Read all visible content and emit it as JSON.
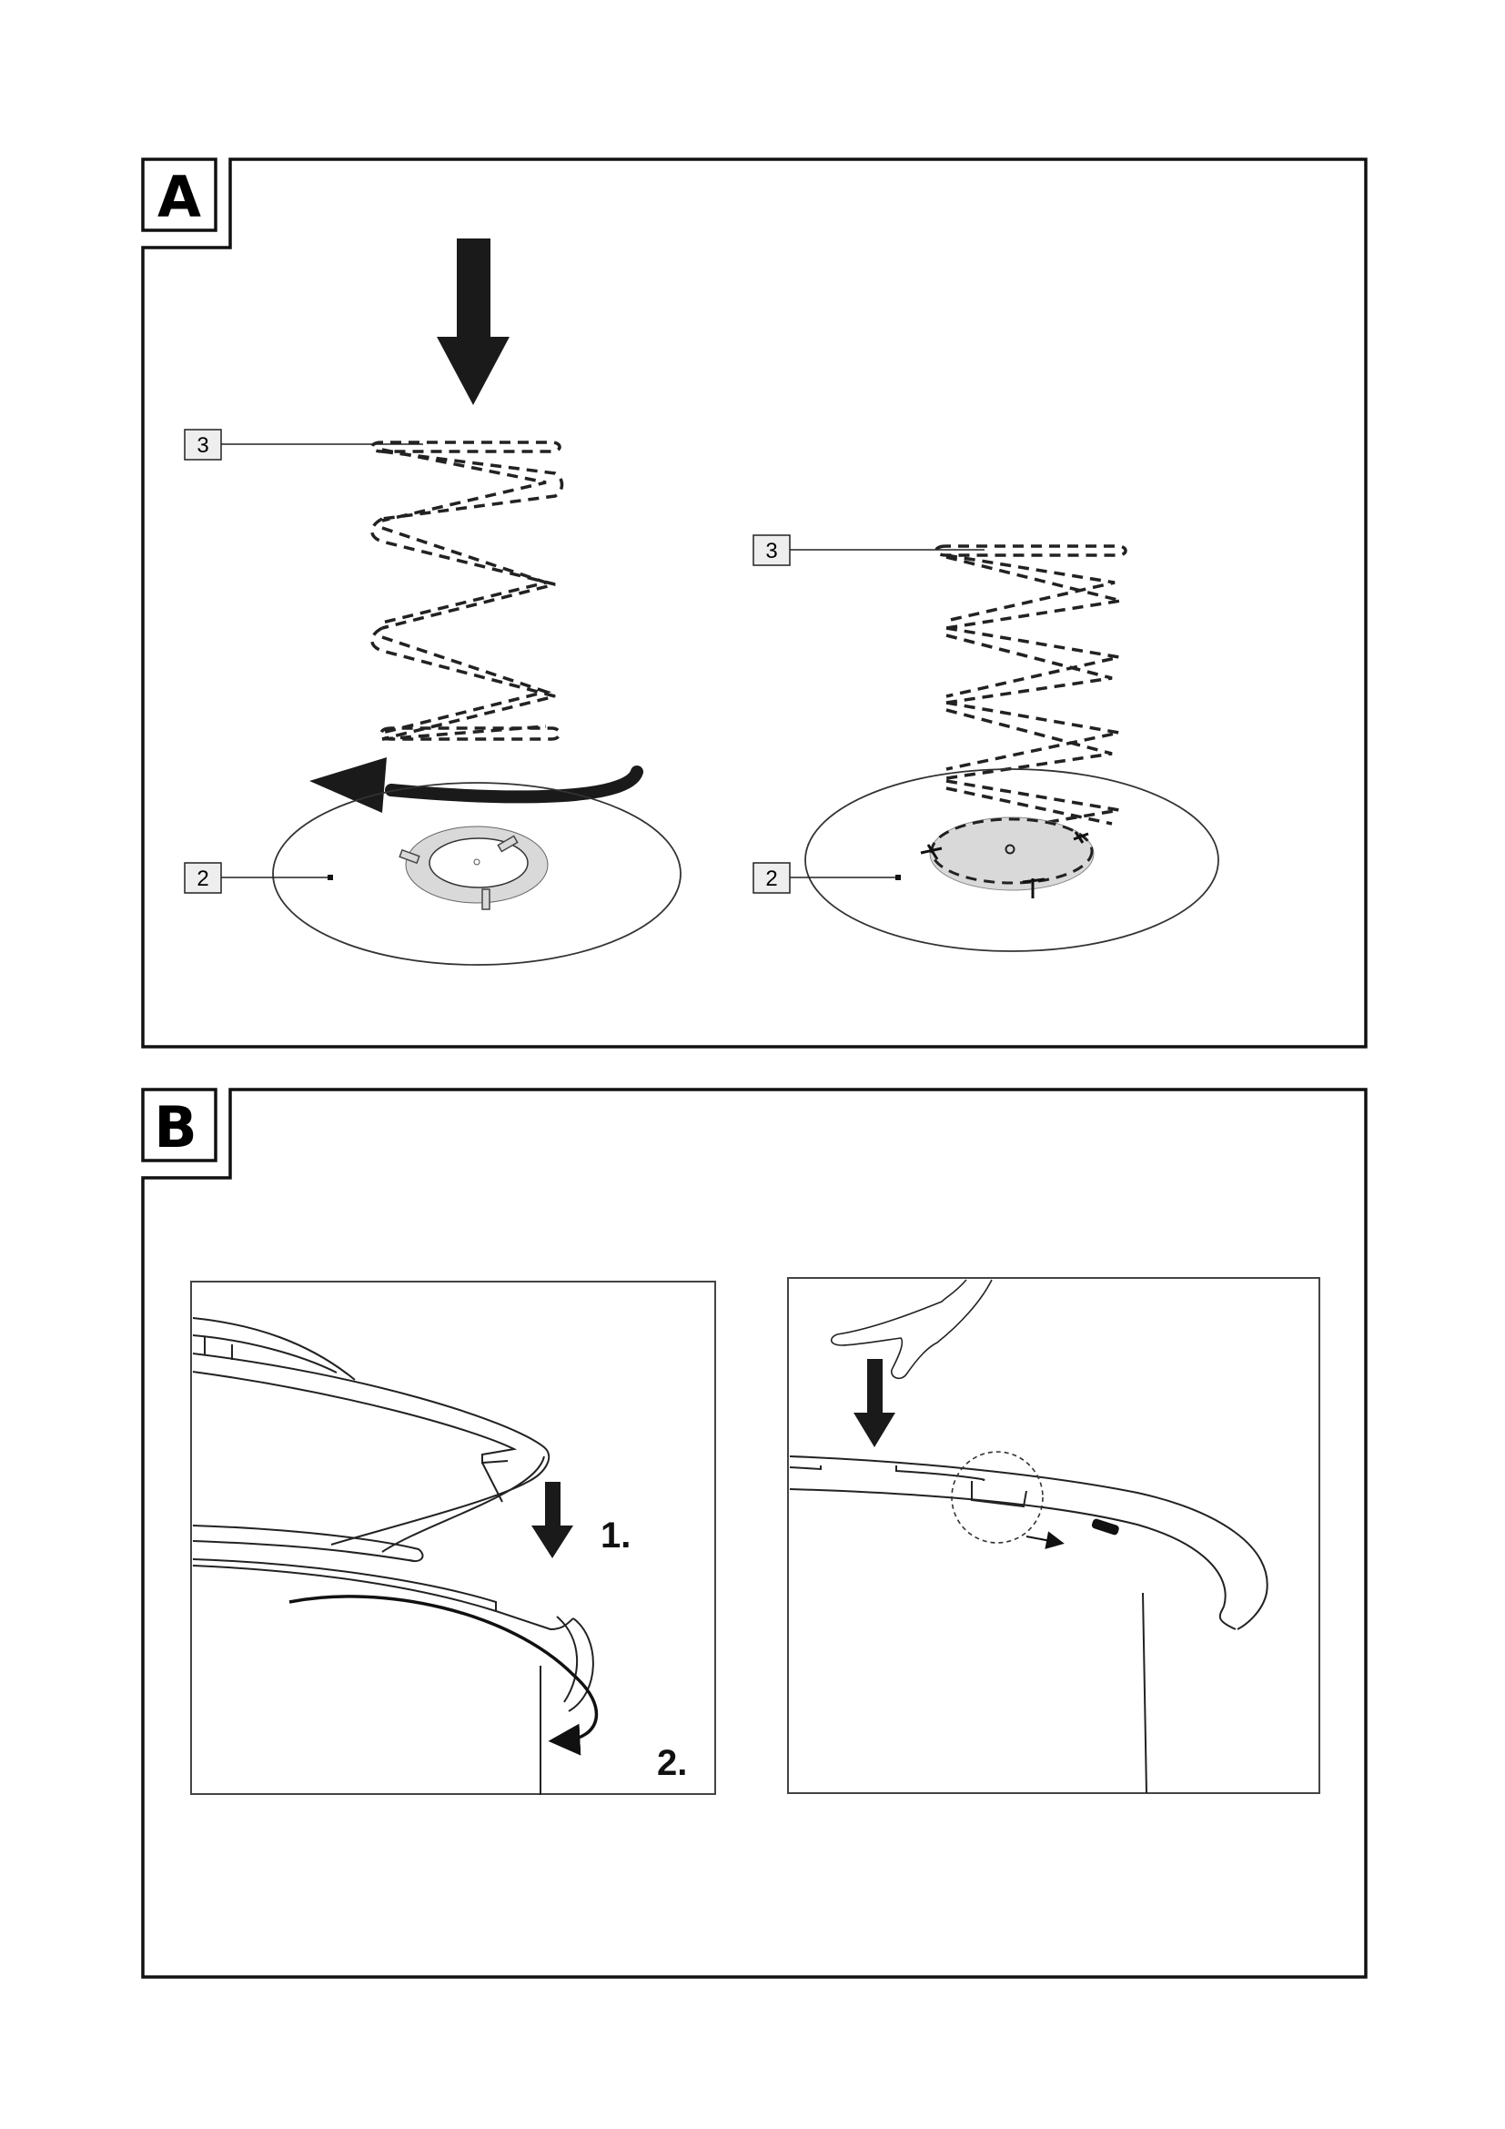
{
  "page": {
    "background": "#ffffff",
    "line_color": "#111111",
    "fill_gray": "#d9d9d9"
  },
  "panels": [
    {
      "id": "A",
      "label": "A",
      "subfigures": [
        {
          "name": "spring-before-mounting",
          "callouts": [
            {
              "number": "3",
              "target": "spring"
            },
            {
              "number": "2",
              "target": "base-plate"
            }
          ],
          "arrows": [
            "push-down",
            "rotate-counterclockwise"
          ]
        },
        {
          "name": "spring-mounted",
          "callouts": [
            {
              "number": "3",
              "target": "spring"
            },
            {
              "number": "2",
              "target": "base-plate"
            }
          ]
        }
      ]
    },
    {
      "id": "B",
      "label": "B",
      "subfigures": [
        {
          "name": "lid-lowering-and-turning",
          "steps": [
            {
              "label": "1."
            },
            {
              "label": "2."
            }
          ]
        },
        {
          "name": "lid-pressing-by-hand",
          "arrows": [
            "press-down",
            "slide-right"
          ]
        }
      ]
    }
  ]
}
